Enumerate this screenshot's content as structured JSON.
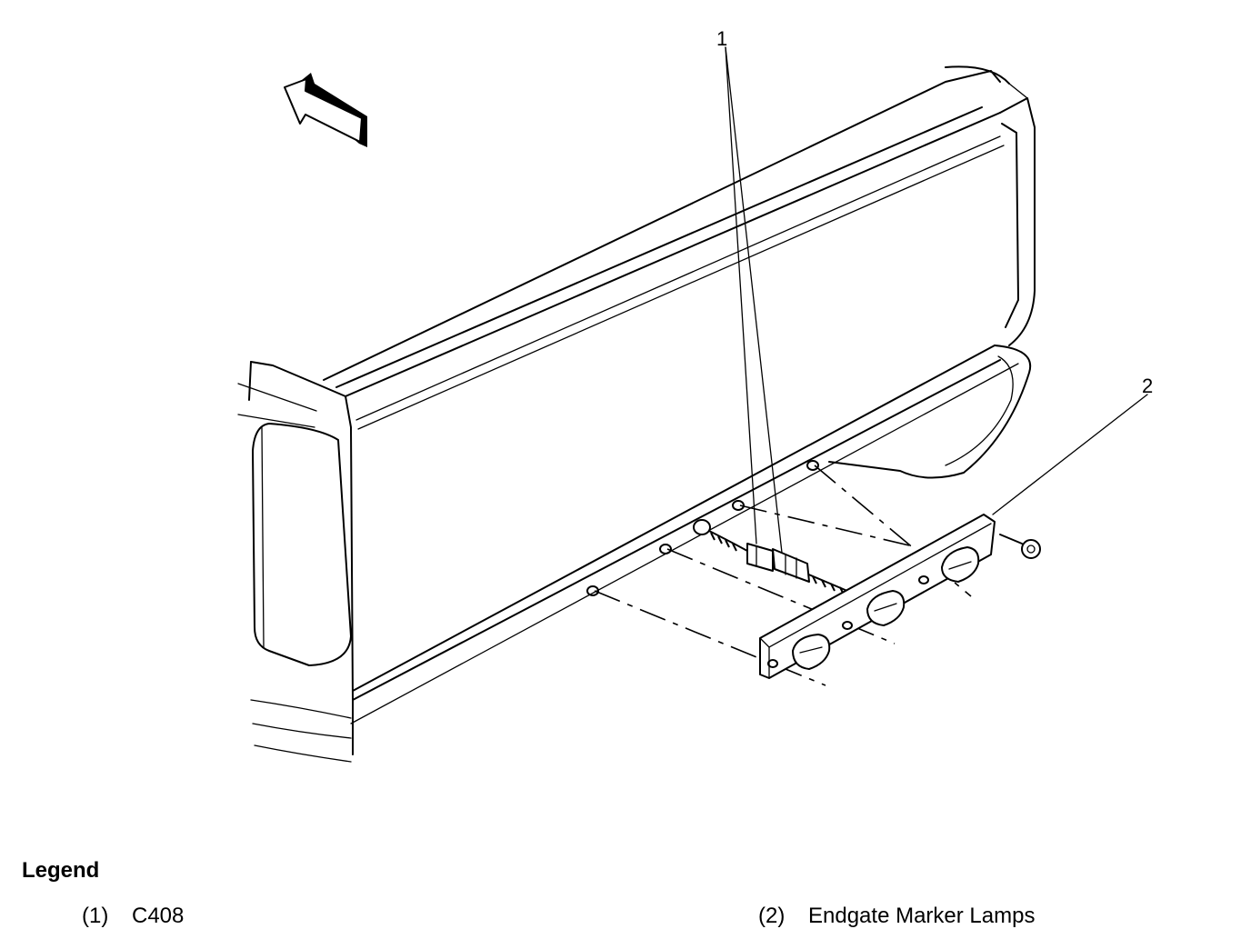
{
  "diagram": {
    "callouts": [
      {
        "id": 1,
        "label": "1"
      },
      {
        "id": 2,
        "label": "2"
      }
    ],
    "icons": [
      "direction-arrow-icon",
      "screw-icon"
    ]
  },
  "legend": {
    "title": "Legend",
    "items": [
      {
        "num": "(1)",
        "text": "C408"
      },
      {
        "num": "(2)",
        "text": "Endgate Marker Lamps"
      }
    ]
  }
}
